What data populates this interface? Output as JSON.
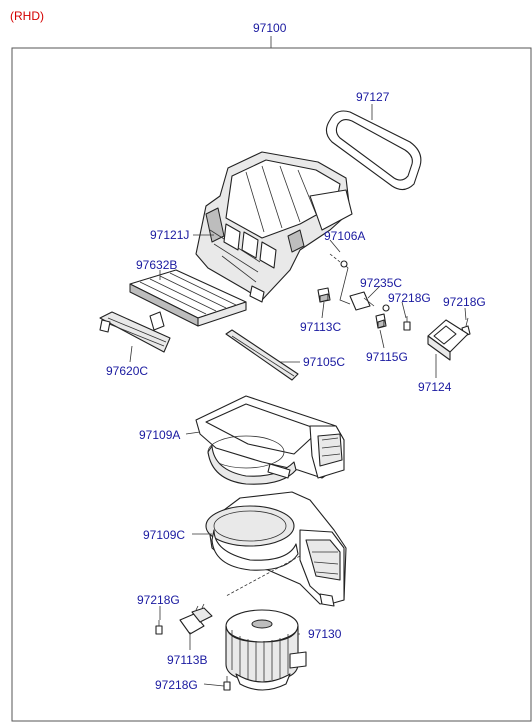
{
  "variant_label": "(RHD)",
  "assembly_label": "97100",
  "callouts": [
    {
      "id": "c97127",
      "text": "97127"
    },
    {
      "id": "c97121J",
      "text": "97121J"
    },
    {
      "id": "c97106A",
      "text": "97106A"
    },
    {
      "id": "c97632B",
      "text": "97632B"
    },
    {
      "id": "c97235C",
      "text": "97235C"
    },
    {
      "id": "c97218G_a",
      "text": "97218G"
    },
    {
      "id": "c97218G_b",
      "text": "97218G"
    },
    {
      "id": "c97113C",
      "text": "97113C"
    },
    {
      "id": "c97620C",
      "text": "97620C"
    },
    {
      "id": "c97115G",
      "text": "97115G"
    },
    {
      "id": "c97105C",
      "text": "97105C"
    },
    {
      "id": "c97124",
      "text": "97124"
    },
    {
      "id": "c97109A",
      "text": "97109A"
    },
    {
      "id": "c97109C",
      "text": "97109C"
    },
    {
      "id": "c97218G_c",
      "text": "97218G"
    },
    {
      "id": "c97130",
      "text": "97130"
    },
    {
      "id": "c97113B",
      "text": "97113B"
    },
    {
      "id": "c97218G_d",
      "text": "97218G"
    }
  ]
}
